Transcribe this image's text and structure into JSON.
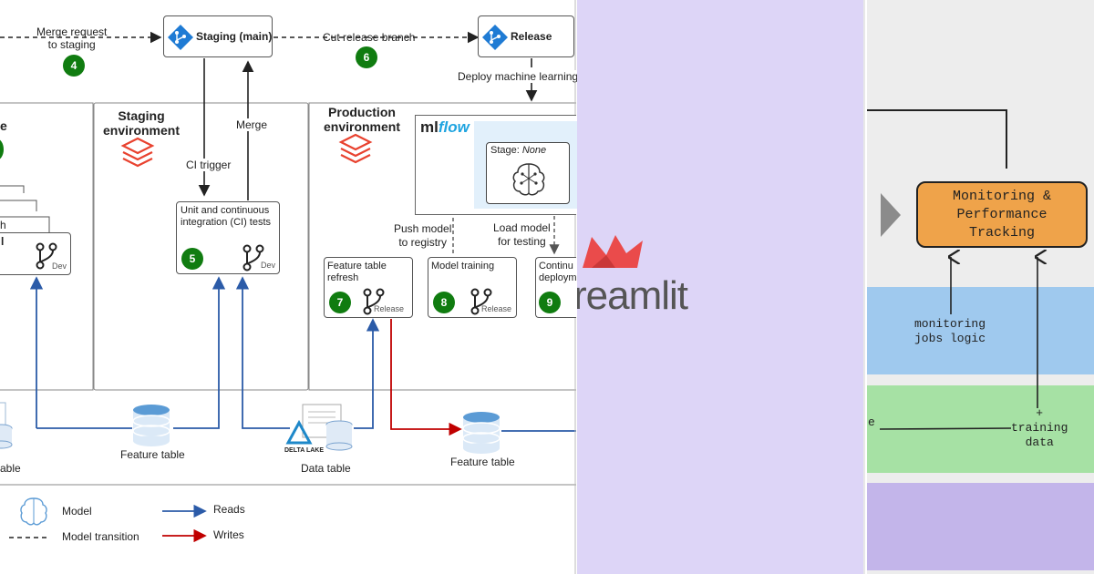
{
  "left_panel": {
    "merge_request": "Merge request\nto staging",
    "step4": "4",
    "staging_main": "Staging (main)",
    "cut_release": "Cut release branch",
    "step6": "6",
    "release": "Release",
    "deploy_ml": "Deploy machine learning",
    "dev_env_fragment": "e",
    "dev_stack_fragment1": "h",
    "dev_stack_fragment2": "l",
    "dev_tag": "Dev",
    "staging_env": "Staging\nenvironment",
    "merge": "Merge",
    "ci_trigger": "CI trigger",
    "ci_tests": "Unit and continuous\nintegration (CI) tests",
    "step5": "5",
    "ci_dev_tag": "Dev",
    "prod_env": "Production\nenvironment",
    "mlflow_ml": "ml",
    "mlflow_flow": "flow",
    "stage_label": "Stage: ",
    "stage_value": "None",
    "push_model": "Push model\nto registry",
    "load_model": "Load model\nfor testing",
    "feature_refresh": "Feature table\nrefresh",
    "step7": "7",
    "release_tag1": "Release",
    "model_training": "Model training",
    "step8": "8",
    "release_tag2": "Release",
    "continuous_fragment": "Continu\ndeploym",
    "step9": "9",
    "table_fragment": "able",
    "feature_table_1": "Feature table",
    "delta_lake": "DELTA LAKE",
    "data_table": "Data table",
    "feature_table_2": "Feature table",
    "legend_model": "Model",
    "legend_transition": "Model transition",
    "legend_reads": "Reads",
    "legend_writes": "Writes"
  },
  "middle_panel": {
    "streamlit_text": "reamlit",
    "background": "#ddd5f7"
  },
  "right_panel": {
    "monitoring_box": "Monitoring &\nPerformance\nTracking",
    "monitoring_jobs": "monitoring\njobs logic",
    "left_fragment": "e",
    "plus_training": "+\ntraining\ndata",
    "colors": {
      "box": "#efa34a",
      "blue": "#9fc9ee",
      "green": "#a6e1a4",
      "purple": "#c3b5ea",
      "bg": "#ededed"
    }
  }
}
